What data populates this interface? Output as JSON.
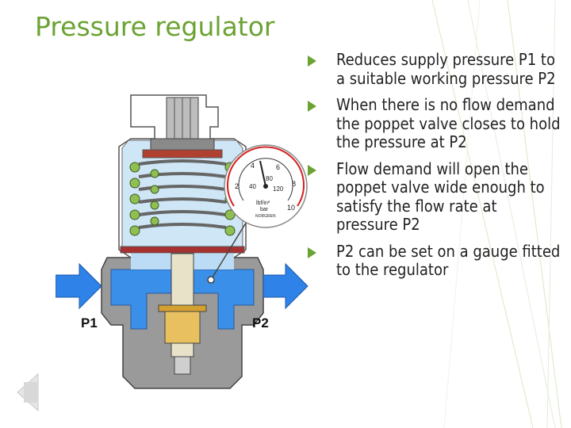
{
  "slide": {
    "title": "Pressure regulator",
    "bullets": [
      "Reduces supply pressure P1 to a suitable working pressure P2",
      "When there is no flow demand the poppet valve closes to hold the pressure at P2",
      "Flow demand will open the poppet valve wide enough to satisfy the flow rate at pressure P2",
      "P2 can be set on a gauge fitted to the regulator"
    ]
  },
  "diagram": {
    "inlet_label": "P1",
    "outlet_label": "P2",
    "gauge": {
      "ticks_bar": [
        "2",
        "4",
        "6",
        "8",
        "10"
      ],
      "ticks_psi": [
        "40",
        "80",
        "120"
      ],
      "unit_psi": "lbf/in²",
      "unit_bar": "bar",
      "brand": "NORGREN"
    }
  },
  "colors": {
    "title": "#6aa332",
    "bullet_arrow": "#6aa332",
    "air_light": "#cfe6f7",
    "air_dark": "#3a8fe8",
    "flow_arrow": "#2f82e8",
    "body_grey": "#9a9a9a",
    "spring_green": "#8fbf52",
    "gauge_red": "#d42020"
  }
}
